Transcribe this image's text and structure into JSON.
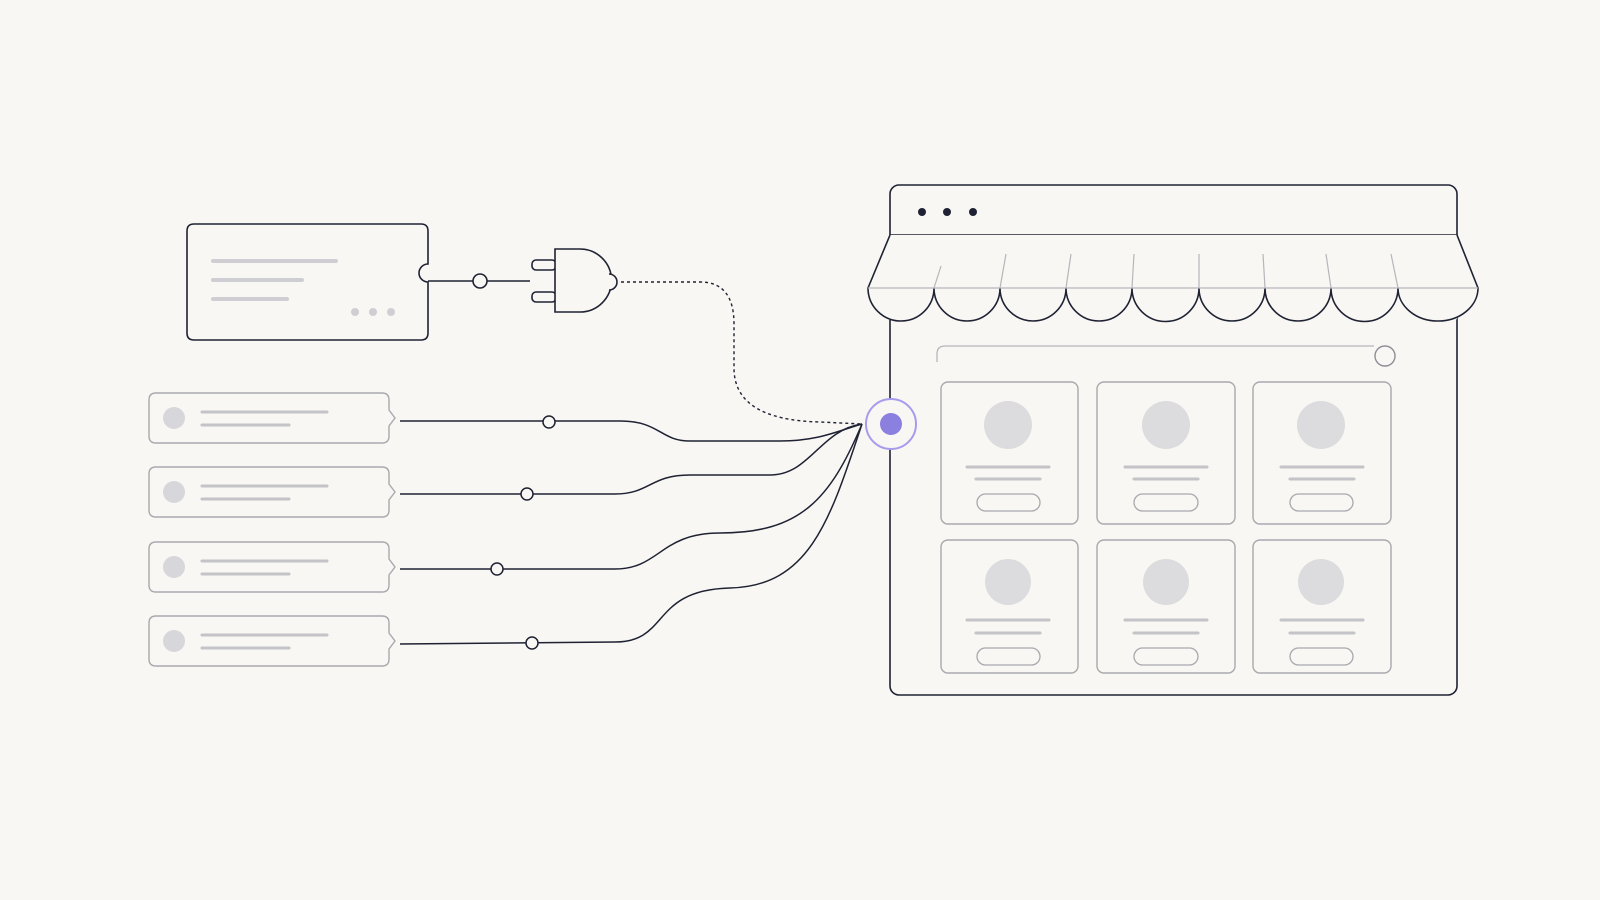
{
  "colors": {
    "background": "#f8f7f4",
    "ink": "#1f2233",
    "muted_line": "#b6b6ba",
    "placeholder": "#dcdcdf",
    "accent": "#8b7fe0",
    "accent_ring": "#a79cec"
  },
  "illustration": {
    "integration_card": {
      "icon": "plug-icon",
      "connector": "dashed"
    },
    "list_items_count": 4,
    "storefront": {
      "window_dots": 3,
      "awning_scallops": 9,
      "product_cards": 6,
      "hub_icon": "connection-node-icon"
    }
  }
}
